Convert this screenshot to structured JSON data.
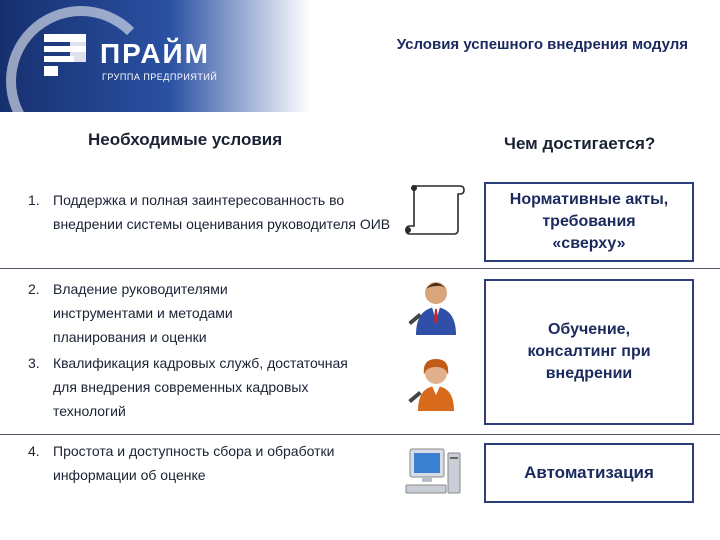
{
  "header": {
    "logo_name": "ПРАЙМ",
    "logo_subtitle": "ГРУППА ПРЕДПРИЯТИЙ",
    "title": "Условия успешного внедрения модуля"
  },
  "columns": {
    "left_title": "Необходимые условия",
    "right_title": "Чем достигается?"
  },
  "conditions": [
    {
      "num": "1.",
      "text": "Поддержка и полная заинтересованность во внедрении системы оценивания руководителя ОИВ"
    },
    {
      "num": "2.",
      "text": "Владение руководителями инструментами и методами планирования и оценки"
    },
    {
      "num": "3.",
      "text": "Квалификация кадровых служб, достаточная для внедрения современных кадровых технологий"
    },
    {
      "num": "4.",
      "text": "Простота и доступность сбора и обработки информации об оценке"
    }
  ],
  "means": [
    "Нормативные акты,\nтребования\n«сверху»",
    "Обучение,\nконсалтинг при\nвнедрении",
    "Автоматизация"
  ],
  "icons": [
    "scroll-icon",
    "businessman-icon",
    "businesswoman-icon",
    "computer-icon"
  ],
  "colors": {
    "brand_dark": "#16306f",
    "brand_mid": "#2b51a3",
    "box_border": "#2c3e78"
  }
}
